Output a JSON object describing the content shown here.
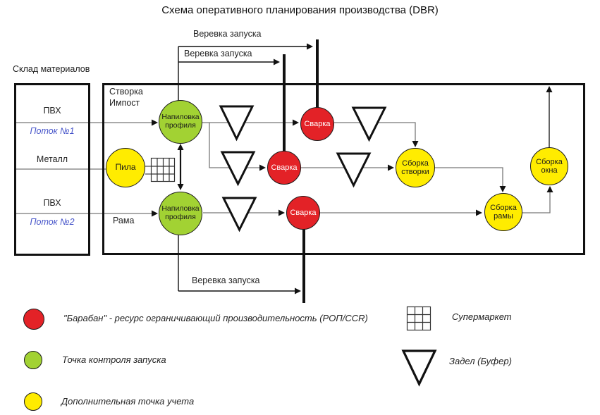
{
  "title": "Схема оперативного планирования производства (DBR)",
  "rope_labels": {
    "top": "Веревка запуска",
    "middle": "Веревка запуска",
    "bottom": "Веревка запуска"
  },
  "warehouse": {
    "title": "Склад материалов",
    "material_1": "ПВХ",
    "stream_1": "Поток №1",
    "material_2": "Металл",
    "material_3": "ПВХ",
    "stream_2": "Поток №2"
  },
  "zones": {
    "sash_line1": "Створка",
    "sash_line2": "Импост",
    "frame": "Рама"
  },
  "nodes": {
    "saw": "Пила",
    "profile_cutting_1": "Напиловка профиля",
    "profile_cutting_2": "Напиловка профиля",
    "welding_1": "Сварка",
    "welding_2": "Сварка",
    "welding_3": "Сварка",
    "sash_assembly": "Сборка створки",
    "frame_assembly": "Сборка рамы",
    "window_assembly": "Сборка окна"
  },
  "legend": {
    "drum": "\"Барабан\" - ресурс ограничивающий производительность (РОП/CCR)",
    "launch_control_point": "Точка контроля запуска",
    "extra_accounting_point": "Дополнительная точка учета",
    "supermarket": "Супермаркет",
    "buffer": "Задел (Буфер)"
  },
  "colors": {
    "drum_red": "#e32227",
    "launch_green": "#a2d233",
    "accounting_yellow": "#ffec00",
    "stream_blue": "#4553c9",
    "flow_line_gray": "#787878",
    "rope_black": "#111111"
  }
}
